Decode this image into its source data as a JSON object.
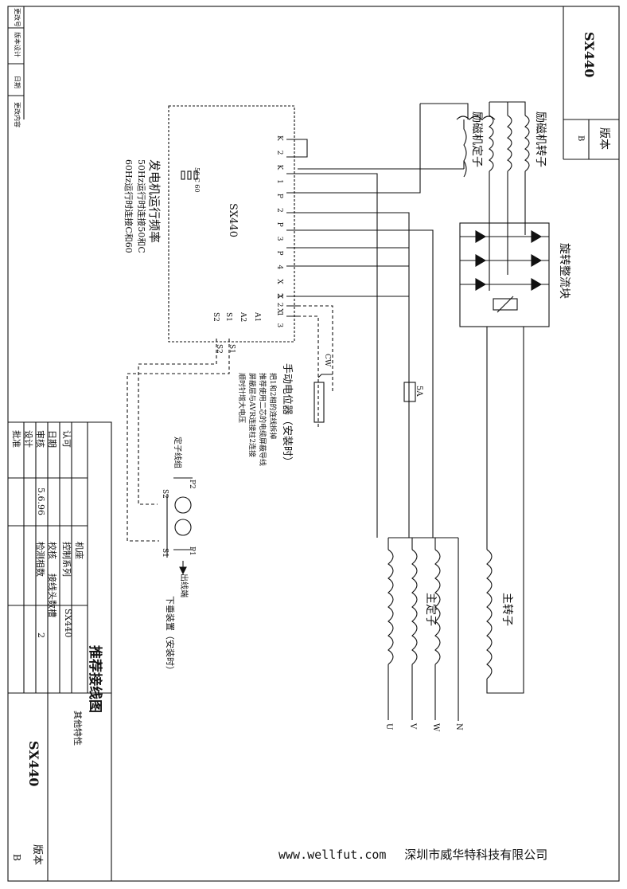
{
  "top_right": {
    "model": "SX440",
    "version_label": "版本",
    "version_value": "B"
  },
  "revision_strip": {
    "col1": "更改号",
    "col2": "版本设计",
    "col3": "日期",
    "col4": "更改内容"
  },
  "avr": {
    "title": "SX440",
    "terminals_top": [
      "K2",
      "K1",
      "P2",
      "P3",
      "P4",
      "XX",
      "X",
      "3",
      "2",
      "2",
      "1"
    ],
    "terminals_bottom": [
      "A1",
      "A2",
      "S1",
      "S2"
    ],
    "freq_title": "发电机运行频率",
    "freq_values": "50 C 60",
    "freq_line1": "50Hz运行时连接50和C",
    "freq_line2": "60Hz运行时连接C和60"
  },
  "labels": {
    "exciter_stator": "励磁机定子",
    "exciter_rotor": "励磁机转子",
    "rotating_rectifier": "旋转整流块",
    "main_rotor": "主转子",
    "main_stator": "主定子",
    "fuse": "5A",
    "pot_title": "手动电位器（安装时）",
    "pot_cw": "CW",
    "pot_note1": "把1和2相的连线拆掉",
    "pot_note2": "推荐使用二芯的电缆屏蔽导线",
    "pot_note3": "屏蔽层与AVR连接柱2连接",
    "pot_note4": "顺时针增大电压",
    "ct_title": "定子线组",
    "ct_p2": "P2",
    "ct_p1": "P1",
    "ct_s2": "S2",
    "ct_s1": "S1",
    "ct_s1b": "S1",
    "ct_s2b": "S2",
    "outlet": "出线端",
    "droop": "下垂装置（安装时）",
    "phase_u": "U",
    "phase_v": "V",
    "phase_w": "W",
    "phase_n": "N"
  },
  "title_block": {
    "approve": "认可",
    "check": "审核",
    "date": "日期",
    "design": "设计",
    "ratify": "批准",
    "date_value": "5.6.96",
    "calibrate": "校核",
    "machine": "机座",
    "control_series": "控制系列",
    "control_value": "SX440",
    "wire_lines": "接线头数槽",
    "phases": "检测相数",
    "phases_value": "2",
    "drawing_title": "推荐接线图",
    "other": "其他特性",
    "drawing_no": "SX440",
    "version_label": "版本",
    "version_value": "B"
  },
  "footer": {
    "url": "www.wellfut.com",
    "company": "深圳市威华特科技有限公司"
  }
}
